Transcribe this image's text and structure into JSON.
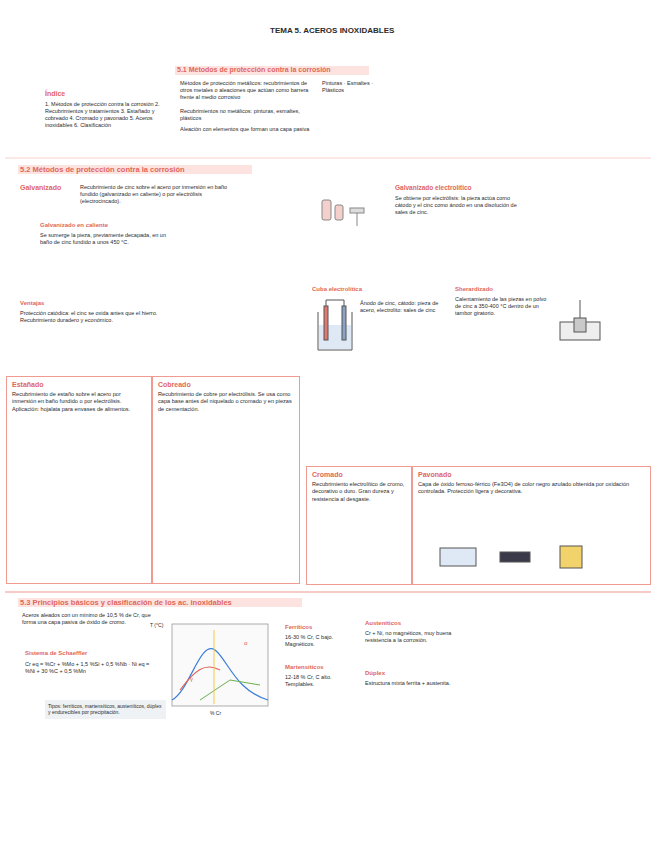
{
  "diagram": {
    "title": "TEMA 5. ACEROS INOXIDABLES",
    "nodes": [
      {
        "text": [
          "Estañado",
          "Recubrimiento de estaño sobre el acero por inmersión en baño fundido o por electrólisis. Aplicación: hojalata para envases de alimentos."
        ]
      },
      {
        "text": [
          "Cobreado",
          "Recubrimiento de cobre por electrólisis. Se usa como capa base antes del niquelado o cromado y en piezas de cementación."
        ]
      },
      {
        "text": [
          "Cromado",
          "Recubrimiento electrolítico de cromo, decorativo o duro. Gran dureza y resistencia al desgaste."
        ]
      },
      {
        "text": [
          "Pavonado",
          "Capa de óxido ferroso-férrico (Fe3O4) de color negro azulado obtenida por oxidación controlada. Protección ligera y decorativa."
        ]
      }
    ],
    "labels": [
      "Índice",
      "1. Métodos de protección contra la corrosión 2. Recubrimientos y tratamientos 3. Estañado y cobreado 4. Cromado y pavonado 5. Aceros inoxidables 6. Clasificación",
      "5.1 Métodos de protección contra la corrosión",
      "Métodos de protección metálicos: recubrimientos de otros metales o aleaciones que actúan como barrera frente al medio corrosivo",
      "Recubrimientos no metálicos: pinturas, esmaltes, plásticos",
      "Aleación con elementos que forman una capa pasiva",
      "Pinturas · Esmaltes · Plásticos",
      "5.2 Métodos de protección contra la corrosión",
      "Galvanizado",
      "Recubrimiento de cinc sobre el acero por inmersión en baño fundido (galvanizado en caliente) o por electrólisis (electrocincado).",
      "Galvanizado en caliente",
      "Se sumerge la pieza, previamente decapada, en un baño de cinc fundido a unos 450 °C.",
      "Ventajas",
      "Protección catódica: el cinc se oxida antes que el hierro. Recubrimiento duradero y económico.",
      "Galvanizado electrolítico",
      "Se obtiene por electrólisis: la pieza actúa como cátodo y el cinc como ánodo en una disolución de sales de cinc.",
      "Cuba electrolítica",
      "Ánodo de cinc, cátodo: pieza de acero, electrolito: sales de cinc",
      "Sherardizado",
      "Calentamiento de las piezas en polvo de cinc a 350-400 °C dentro de un tambor giratorio.",
      "5.3 Principios básicos y clasificación de los ac. inoxidables",
      "Aceros aleados con un mínimo de 10,5 % de Cr, que forma una capa pasiva de óxido de cromo.",
      "Sistema de Schaeffler",
      "Cr eq = %Cr + %Mo + 1,5 %Si + 0,5 %Nb · Ni eq = %Ni + 30 %C + 0,5 %Mn",
      "Tipos: ferríticos, martensíticos, austeníticos, dúplex y endurecibles por precipitación.",
      "Ferríticos",
      "16-30 % Cr, C bajo. Magnéticos.",
      "Martensíticos",
      "12-18 % Cr, C alto. Templables.",
      "Austeníticos",
      "Cr + Ni, no magnéticos, muy buena resistencia a la corrosión.",
      "Dúplex",
      "Estructura mixta ferrita + austenita.",
      "% Cr",
      "T (°C)",
      "γ",
      "α"
    ]
  }
}
